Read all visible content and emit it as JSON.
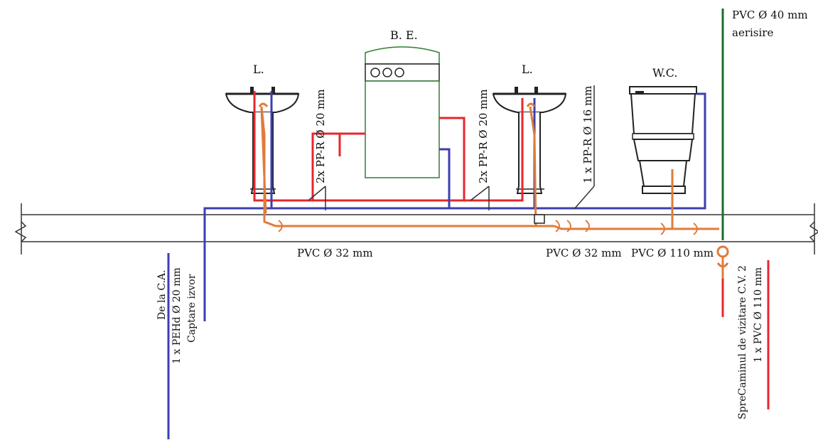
{
  "fixtures": {
    "lavoar_left": "L.",
    "boiler": "B. E.",
    "lavoar_right": "L.",
    "wc": "W.C."
  },
  "labels": {
    "vent_size": "PVC Ø 40 mm",
    "vent_desc": "aerisire",
    "supply_left": "2x PP-R Ø 20 mm",
    "supply_mid": "2x PP-R Ø 20 mm",
    "supply_wc": "1 x PP-R Ø 16 mm",
    "drain_32_left": "PVC Ø 32 mm",
    "drain_32_right": "PVC Ø 32 mm",
    "drain_110": "PVC Ø 110 mm",
    "source_line1": "De la C.A.",
    "source_line2": "1 x PEHd Ø 20 mm",
    "source_line3": "Captare izvor",
    "outlet_line1": "SpreCaminul de vizitare C.V. 2",
    "outlet_line2": "1 x PVC Ø 110 mm"
  },
  "colors": {
    "cold_water": "#3b3fb0",
    "hot_water": "#e8262c",
    "drain": "#e07b3a",
    "vent": "#1e6b2a",
    "outline": "#222222",
    "boiler_outline": "#2e7d32"
  }
}
